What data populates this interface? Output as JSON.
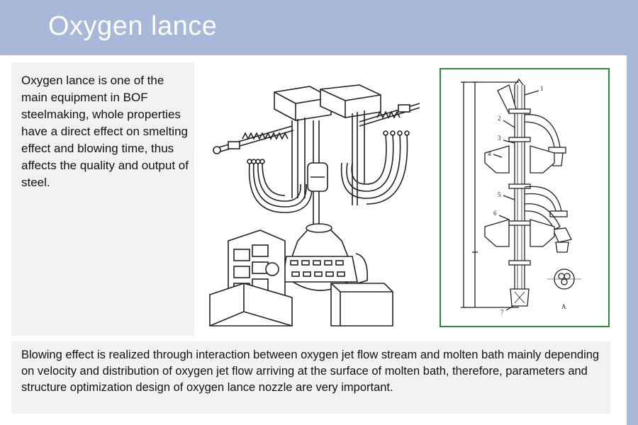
{
  "slide": {
    "title": "Oxygen lance",
    "intro_text": "Oxygen lance is one of the main equipment in BOF steelmaking, whole properties have a direct effect on smelting effect and blowing time, thus affects the quality and output of steel.",
    "bottom_text": "Blowing effect is realized through interaction between oxygen jet flow stream and molten bath mainly depending on velocity and distribution of oxygen jet flow arriving at the surface of molten bath, therefore, parameters and structure optimization design of oxygen lance nozzle are very important."
  },
  "lance_figure": {
    "callouts": [
      "1",
      "2",
      "3",
      "4",
      "5",
      "6",
      "7"
    ],
    "section_label": "A"
  },
  "colors": {
    "header": "#a8b8d8",
    "panel": "#f2f2f2",
    "figure_border": "#2e8b3a"
  }
}
